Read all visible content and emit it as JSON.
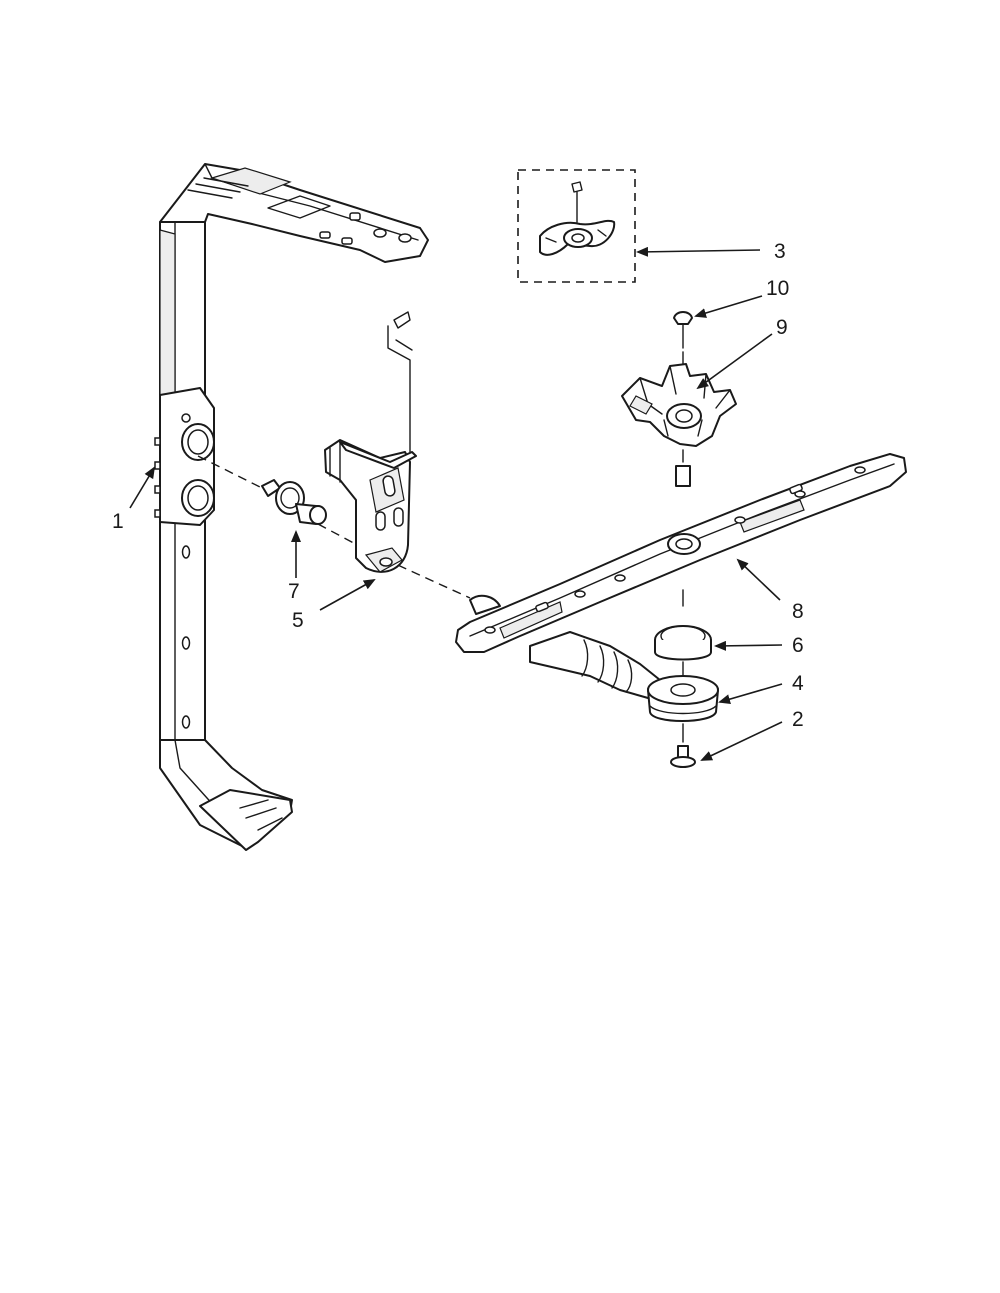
{
  "diagram": {
    "callouts": [
      {
        "id": "1",
        "label": "1"
      },
      {
        "id": "2",
        "label": "2"
      },
      {
        "id": "3",
        "label": "3"
      },
      {
        "id": "4",
        "label": "4"
      },
      {
        "id": "5",
        "label": "5"
      },
      {
        "id": "6",
        "label": "6"
      },
      {
        "id": "7",
        "label": "7"
      },
      {
        "id": "8",
        "label": "8"
      },
      {
        "id": "9",
        "label": "9"
      },
      {
        "id": "10",
        "label": "10"
      }
    ],
    "parts": [
      "supply-tube",
      "screw",
      "spray-arm-mount-kit",
      "manifold",
      "bracket",
      "seal",
      "connector",
      "lower-spray-arm",
      "spray-arm-mount",
      "screw"
    ]
  }
}
